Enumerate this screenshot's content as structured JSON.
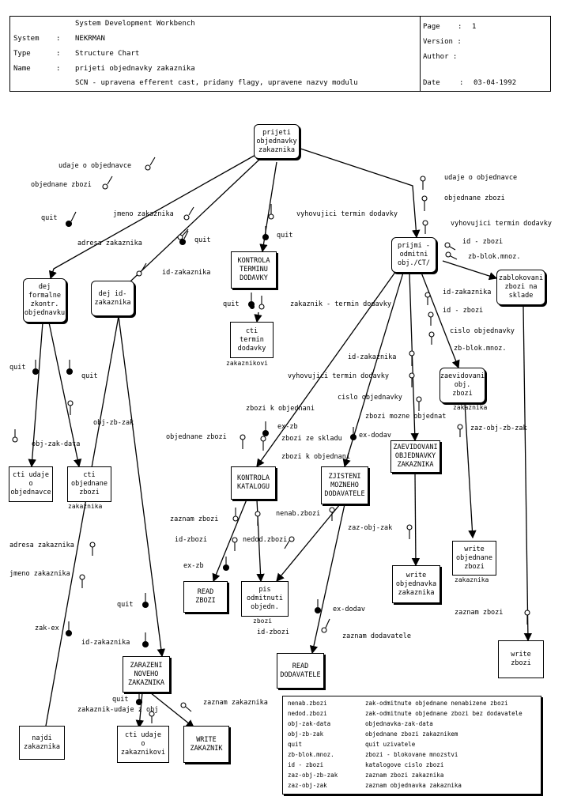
{
  "header": {
    "tool": "System Development Workbench",
    "rows": [
      {
        "key": "System",
        "sep": ":",
        "value": "NEKRMAN"
      },
      {
        "key": "Type",
        "sep": ":",
        "value": "Structure Chart"
      },
      {
        "key": "Name",
        "sep": ":",
        "value": "prijeti objednavky zakaznika"
      }
    ],
    "note": "SCN - upravena efferent cast, pridany flagy, upravene nazvy modulu",
    "page_label": "Page",
    "page_sep": ":",
    "page_value": "1",
    "version_label": "Version :",
    "author_label": "Author :",
    "date_label": "Date",
    "date_sep": ":",
    "date_value": "03-04-1992"
  },
  "modules": {
    "root": "prijeti\nobjednavky\nzakaznika",
    "dej_formalne": "dej\nformalne\nzkontr.\nobjednavku",
    "dej_id": "dej id-\nzakaznika",
    "kontrola_terminu": "KONTROLA\nTERMINU\nDODAVKY",
    "cti_termin": "cti\ntermin\ndodavky",
    "cti_termin_sub": "zakaznikovi",
    "prijmi": "prijmi -\nodmitni\nobj./CT/",
    "zablokovani": "zablokovani\nzbozi na\nsklade",
    "zaevidovani_obj": "zaevidovani\nobj.\nzbozi",
    "zaevidovani_obj_sub": "zakaznika",
    "cti_udaje_obj": "cti udaje\no\nobjednavce",
    "cti_objednane": "cti\nobjednane\nzbozi",
    "cti_objednane_sub": "zakaznika",
    "kontrola_katalogu": "KONTROLA\nKATALOGU",
    "zjisteni": "ZJISTENI\nMOZNEHO\nDODAVATELE",
    "zaevidovani_objednavky": "ZAEVIDOVANI\nOBJEDNAVKY\nZAKAZNIKA",
    "write_objednane": "write\nobjednane\nzbozi",
    "write_objednane_sub": "zakaznika",
    "write_objednavka": "write\nobjednavka\nzakaznika",
    "read_zbozi": "READ\nZBOZI",
    "pis_odmitnuti": "pis\nodmitnuti\nobjedn.",
    "pis_odmitnuti_sub": "zbozi",
    "read_dodavatele": "READ\nDODAVATELE",
    "write_zbozi": "write\nzbozi",
    "zarazeni": "ZARAZENI\nNOVEHO\nZAKAZNIKA",
    "najdi": "najdi\nzakaznika",
    "cti_udaje_zak": "cti udaje\no\nzakaznikovi",
    "write_zakaznik": "WRITE\nZAKAZNIK"
  },
  "flow_labels": {
    "udaje_o_objednavce_l": "udaje o objednavce",
    "objednane_zbozi_l": "objednane zbozi",
    "quit_1": "quit",
    "jmeno_zakaznika_1": "jmeno zakaznika",
    "adresa_zakaznika_1": "adresa zakaznika",
    "quit_2": "quit",
    "id_zakaznika_1": "id-zakaznika",
    "quit_3": "quit",
    "vyhovujici_termin_1": "vyhovujici termin dodavky",
    "udaje_o_objednavce_r": "udaje o objednavce",
    "objednane_zbozi_r": "objednane zbozi",
    "vyhovujici_termin_2": "vyhovujici termin dodavky",
    "id_zbozi_1": "id - zbozi",
    "zb_blok_1": "zb-blok.mnoz.",
    "id_zakaznika_2": "id-zakaznika",
    "id_zbozi_2": "id - zbozi",
    "cislo_obj_1": "cislo objednavky",
    "zb_blok_2": "zb-blok.mnoz.",
    "quit_4": "quit",
    "zakaznik_termin": "zakaznik - termin dodavky",
    "quit_5": "quit",
    "quit_6": "quit",
    "obj_zb_zak": "obj-zb-zak",
    "obj_zak_data": "obj-zak-data",
    "id_zakaznika_3": "id-zakaznika",
    "vyhovujici_termin_3": "vyhovujici termin dodavky",
    "cislo_obj_2": "cislo objednavky",
    "zbozi_k_obj_1": "zbozi k objednani",
    "zbozi_mozne": "zbozi mozne objednat",
    "ex_zb_1": "ex-zb",
    "zbozi_ze_skladu": "zbozi ze skladu",
    "ex_dodav_1": "ex-dodav",
    "objednane_zbozi_3": "objednane zbozi",
    "zbozi_k_obj_2": "zbozi k objednani",
    "zaz_obj_zb_zak": "zaz-obj-zb-zak",
    "zaznam_zbozi_1": "zaznam zbozi",
    "nenab_zbozi": "nenab.zbozi",
    "id_zbozi_3": "id-zbozi",
    "nedod_zbozi": "nedod.zbozi",
    "ex_zb_2": "ex-zb",
    "zaz_obj_zak": "zaz-obj-zak",
    "adresa_zakaznika_2": "adresa zakaznika",
    "jmeno_zakaznika_2": "jmeno zakaznika",
    "quit_7": "quit",
    "zak_ex": "zak-ex",
    "id_zakaznika_4": "id-zakaznika",
    "ex_dodav_2": "ex-dodav",
    "id_zbozi_4": "id-zbozi",
    "zaznam_dodavatele": "zaznam dodavatele",
    "zaznam_zbozi_2": "zaznam zbozi",
    "quit_8": "quit",
    "zakaznik_udaje": "zakaznik-udaje z obj",
    "zaznam_zakaznika": "zaznam zakaznika"
  },
  "legend": [
    {
      "k": "nenab.zbozi",
      "v": "zak-odmitnute objednane nenabizene zbozi"
    },
    {
      "k": "nedod.zbozi",
      "v": "zak-odmitnute objednane zbozi bez dodavatele"
    },
    {
      "k": "obj-zak-data",
      "v": "objednavka-zak-data"
    },
    {
      "k": "obj-zb-zak",
      "v": "objednane zbozi zakaznikem"
    },
    {
      "k": "quit",
      "v": "quit uzivatele"
    },
    {
      "k": "zb-blok.mnoz.",
      "v": "zbozi - blokovane mnozstvi"
    },
    {
      "k": "id - zbozi",
      "v": "katalogove cislo zbozi"
    },
    {
      "k": "zaz-obj-zb-zak",
      "v": "zaznam zbozi zakaznika"
    },
    {
      "k": "zaz-obj-zak",
      "v": "zaznam objednavka zakaznika"
    }
  ]
}
